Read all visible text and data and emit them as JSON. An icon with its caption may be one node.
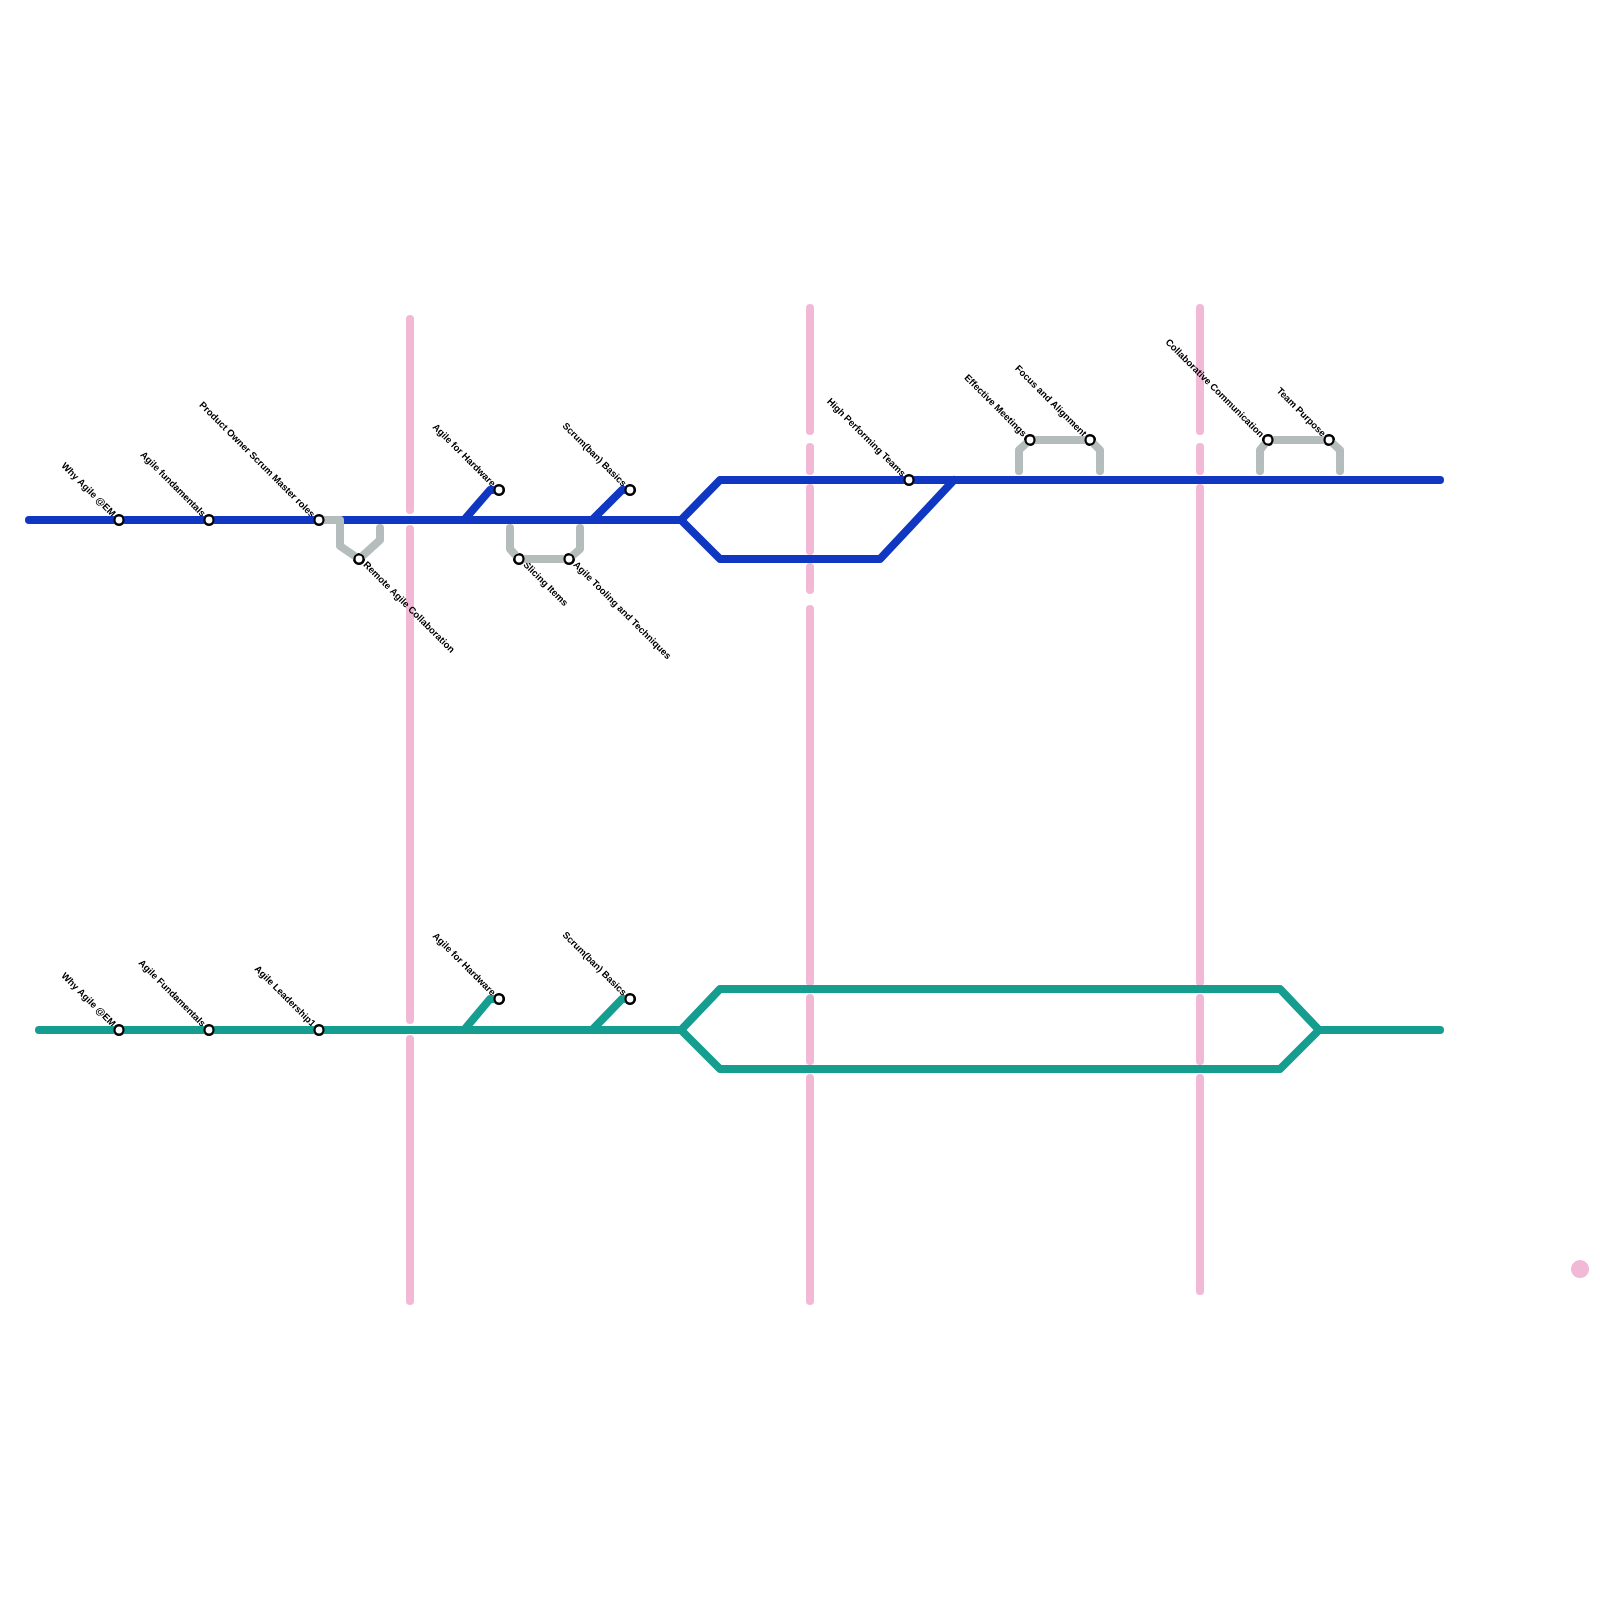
{
  "diagram": {
    "nodes": [
      {
        "text": [
          "Why Agile @EM"
        ]
      },
      {
        "text": [
          "Agile fundamentals"
        ]
      },
      {
        "text": [
          "Product Owner  Scrum Master roles"
        ]
      },
      {
        "text": [
          "Remote Agile Collaboration"
        ]
      },
      {
        "text": [
          "Agile for Hardware"
        ]
      },
      {
        "text": [
          "Slicing Items"
        ]
      },
      {
        "text": [
          "Agile Tooling and Techniques"
        ]
      },
      {
        "text": [
          "Scrum(ban) Basics"
        ]
      },
      {
        "text": [
          "High Performing Teams"
        ]
      },
      {
        "text": [
          "Effective Meetings"
        ]
      },
      {
        "text": [
          "Focus and Alignment"
        ]
      },
      {
        "text": [
          "Collaborative Communication"
        ]
      },
      {
        "text": [
          "Team Purpose"
        ]
      },
      {
        "text": [
          "Why Agile @EM"
        ]
      },
      {
        "text": [
          "Agile Fundamentals"
        ]
      },
      {
        "text": [
          "Agile Leadership1"
        ]
      },
      {
        "text": [
          "Agile for Hardware"
        ]
      },
      {
        "text": [
          "Scrum(ban) Basics"
        ]
      }
    ],
    "edges": [
      {
        "from": null,
        "to": 0,
        "arrow": "none",
        "color": "#0f37c2"
      },
      {
        "from": 0,
        "to": 1,
        "arrow": "none",
        "color": "#0f37c2"
      },
      {
        "from": 1,
        "to": 2,
        "arrow": "none",
        "color": "#0f37c2"
      },
      {
        "from": 2,
        "to": 4,
        "arrow": "none",
        "color": "#0f37c2"
      },
      {
        "from": 2,
        "to": 7,
        "arrow": "none",
        "color": "#0f37c2"
      },
      {
        "from": 2,
        "to": 8,
        "arrow": "none",
        "color": "#0f37c2"
      },
      {
        "from": 2,
        "to": null,
        "arrow": "none",
        "color": "#0f37c2"
      },
      {
        "from": 8,
        "to": null,
        "arrow": "none",
        "color": "#0f37c2"
      },
      {
        "from": 2,
        "to": 3,
        "arrow": "none",
        "color": "#b4bcbc"
      },
      {
        "from": 3,
        "to": null,
        "arrow": "none",
        "color": "#b4bcbc"
      },
      {
        "from": null,
        "to": 5,
        "arrow": "none",
        "color": "#b4bcbc"
      },
      {
        "from": 5,
        "to": 6,
        "arrow": "none",
        "color": "#b4bcbc"
      },
      {
        "from": 6,
        "to": null,
        "arrow": "none",
        "color": "#b4bcbc"
      },
      {
        "from": null,
        "to": 9,
        "arrow": "none",
        "color": "#b4bcbc"
      },
      {
        "from": 9,
        "to": 10,
        "arrow": "none",
        "color": "#b4bcbc"
      },
      {
        "from": 10,
        "to": null,
        "arrow": "none",
        "color": "#b4bcbc"
      },
      {
        "from": null,
        "to": 11,
        "arrow": "none",
        "color": "#b4bcbc"
      },
      {
        "from": 11,
        "to": 12,
        "arrow": "none",
        "color": "#b4bcbc"
      },
      {
        "from": 12,
        "to": null,
        "arrow": "none",
        "color": "#b4bcbc"
      },
      {
        "from": null,
        "to": 13,
        "arrow": "none",
        "color": "#159e8f"
      },
      {
        "from": 13,
        "to": 14,
        "arrow": "none",
        "color": "#159e8f"
      },
      {
        "from": 14,
        "to": 15,
        "arrow": "none",
        "color": "#159e8f"
      },
      {
        "from": 15,
        "to": 16,
        "arrow": "none",
        "color": "#159e8f"
      },
      {
        "from": 15,
        "to": 17,
        "arrow": "none",
        "color": "#159e8f"
      },
      {
        "from": 15,
        "to": null,
        "arrow": "none",
        "color": "#159e8f"
      },
      {
        "from": 15,
        "to": null,
        "arrow": "none",
        "color": "#159e8f"
      }
    ]
  }
}
